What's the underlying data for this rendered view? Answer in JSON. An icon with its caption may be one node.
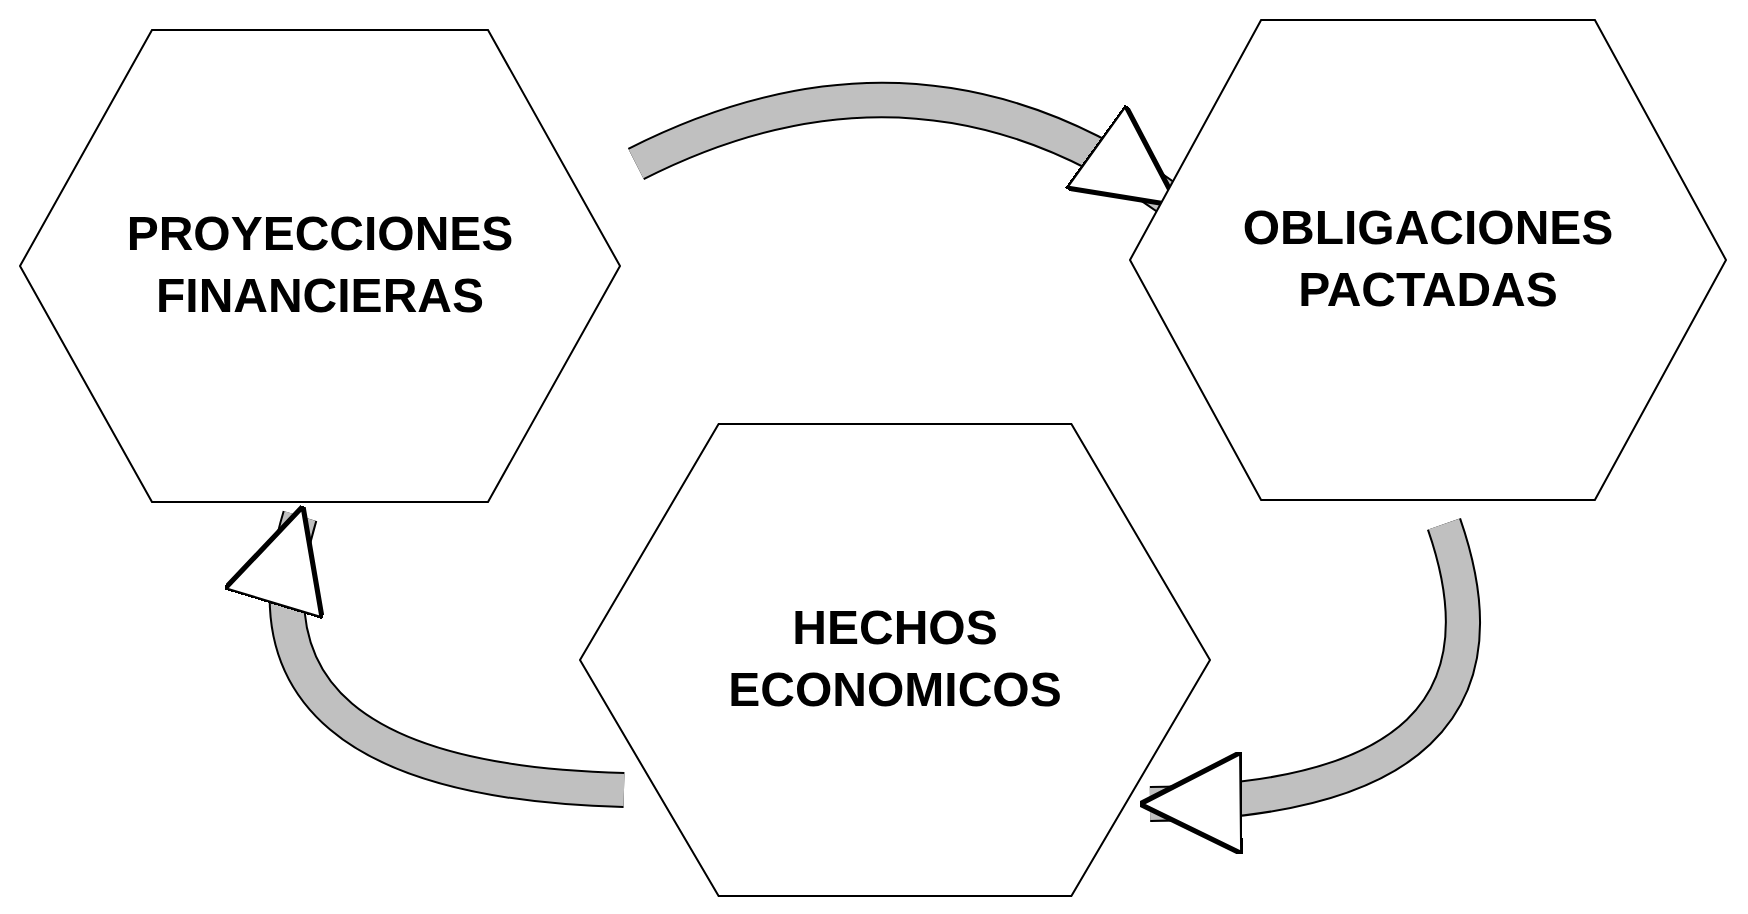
{
  "diagram": {
    "nodes": [
      {
        "text": [
          "PROYECCIONES FINANCIERAS"
        ]
      },
      {
        "text": [
          "OBLIGACIONES PACTADAS"
        ]
      },
      {
        "text": [
          "HECHOS ECONOMICOS"
        ]
      }
    ],
    "edges": [
      {
        "from": 0,
        "to": 1,
        "arrow": "to"
      },
      {
        "from": 1,
        "to": 2,
        "arrow": "to"
      },
      {
        "from": 2,
        "to": 0,
        "arrow": "to"
      }
    ]
  }
}
